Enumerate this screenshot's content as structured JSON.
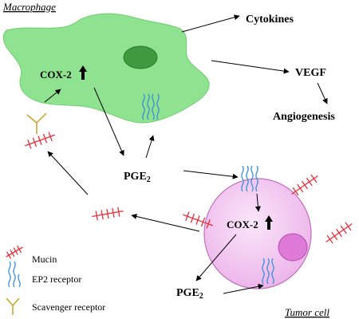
{
  "labels": {
    "macrophage": "Macrophage",
    "tumor_cell": "Tumor cell",
    "cytokines": "Cytokines",
    "vegf": "VEGF",
    "angiogenesis": "Angiogenesis",
    "cox2_macrophage": "COX-2",
    "cox2_tumor": "COX-2",
    "pge2_center": "PGE",
    "pge2_bottom": "PGE",
    "pge2_subscript": "2"
  },
  "legend": [
    {
      "label": "Mucin",
      "icon": "mucin-icon"
    },
    {
      "label": "EP2 receptor",
      "icon": "ep2-receptor-icon"
    },
    {
      "label": "Scavenger receptor",
      "icon": "scavenger-receptor-icon"
    }
  ],
  "colors": {
    "macrophage_fill": "#8fe28f",
    "macrophage_stroke": "#5cbf5c",
    "nucleus_macrophage": "#3f9a3f",
    "tumor_fill": "#f3c8f1",
    "tumor_stroke": "#c070bf",
    "nucleus_tumor": "#e07ad8",
    "mucin": "#e8303a",
    "ep2_receptor": "#3a8ed8",
    "scavenger_receptor": "#c9a227"
  }
}
